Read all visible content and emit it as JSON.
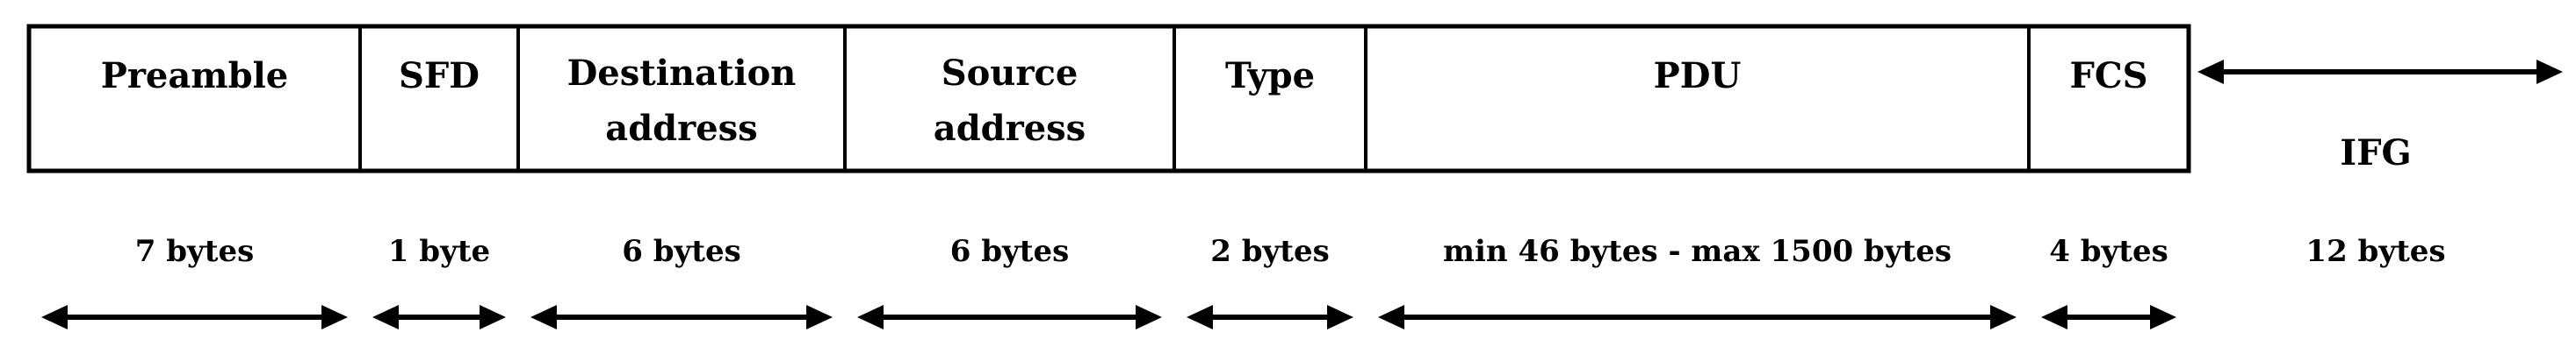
{
  "frame": {
    "fields": [
      {
        "id": "preamble",
        "label_lines": [
          "Preamble"
        ],
        "size": "7 bytes"
      },
      {
        "id": "sfd",
        "label_lines": [
          "SFD"
        ],
        "size": "1 byte"
      },
      {
        "id": "destination-address",
        "label_lines": [
          "Destination",
          "address"
        ],
        "size": "6 bytes"
      },
      {
        "id": "source-address",
        "label_lines": [
          "Source",
          "address"
        ],
        "size": "6 bytes"
      },
      {
        "id": "type",
        "label_lines": [
          "Type"
        ],
        "size": "2 bytes"
      },
      {
        "id": "pdu",
        "label_lines": [
          "PDU"
        ],
        "size": "min 46 bytes - max 1500 bytes"
      },
      {
        "id": "fcs",
        "label_lines": [
          "FCS"
        ],
        "size": "4 bytes"
      }
    ],
    "gap": {
      "id": "ifg",
      "label": "IFG",
      "size": "12 bytes"
    }
  },
  "colors": {
    "stroke": "#000000",
    "background": "#ffffff"
  }
}
